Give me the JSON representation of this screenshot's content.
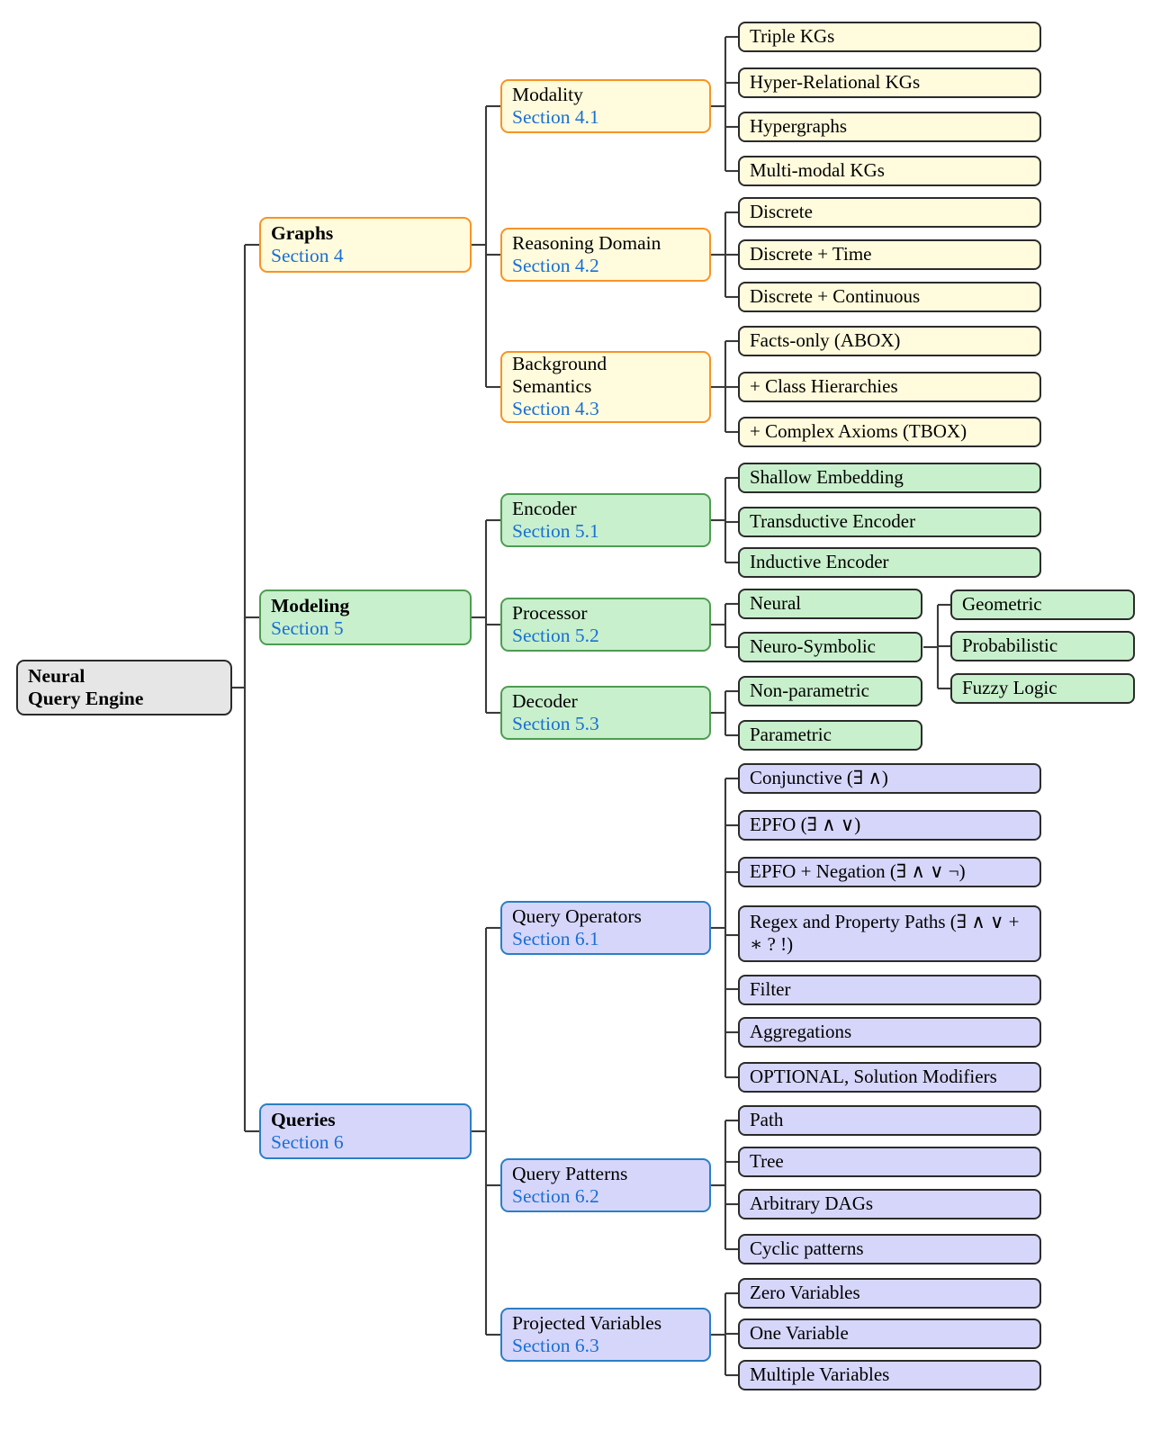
{
  "diagram": {
    "title": "Neural Query Engine Taxonomy",
    "colors": {
      "graphs_border": "#f79326",
      "graphs_fill": "#fffbdc",
      "modeling_border": "#4f9c52",
      "modeling_fill": "#c8f0cc",
      "queries_border": "#2a7fc4",
      "queries_fill": "#d6d6fa",
      "root_fill": "#e6e6e6",
      "root_border": "#2b2b2b",
      "leaf_border": "#2b2b2b",
      "section_link": "#1a6fd4",
      "edge": "#3a3a3a"
    }
  },
  "root": {
    "line1": "Neural",
    "line2": "Query Engine"
  },
  "branches": [
    {
      "key": "graphs",
      "label": "Graphs",
      "section": "Section 4",
      "children": [
        {
          "key": "modality",
          "label": "Modality",
          "section": "Section 4.1",
          "leaves": [
            {
              "label": "Triple KGs"
            },
            {
              "label": "Hyper-Relational KGs"
            },
            {
              "label": "Hypergraphs"
            },
            {
              "label": "Multi-modal KGs"
            }
          ]
        },
        {
          "key": "reasoning-domain",
          "label": "Reasoning Domain",
          "section": "Section 4.2",
          "leaves": [
            {
              "label": "Discrete"
            },
            {
              "label": "Discrete + Time"
            },
            {
              "label": "Discrete + Continuous"
            }
          ]
        },
        {
          "key": "background-semantics",
          "label": "Background Semantics",
          "label_line1": "Background",
          "label_line2": "Semantics",
          "section": "Section 4.3",
          "leaves": [
            {
              "label": "Facts-only (ABOX)"
            },
            {
              "label": "+ Class Hierarchies"
            },
            {
              "label": "+ Complex Axioms (TBOX)"
            }
          ]
        }
      ]
    },
    {
      "key": "modeling",
      "label": "Modeling",
      "section": "Section 5",
      "children": [
        {
          "key": "encoder",
          "label": "Encoder",
          "section": "Section 5.1",
          "leaves": [
            {
              "label": "Shallow Embedding"
            },
            {
              "label": "Transductive Encoder"
            },
            {
              "label": "Inductive Encoder"
            }
          ]
        },
        {
          "key": "processor",
          "label": "Processor",
          "section": "Section 5.2",
          "leaves": [
            {
              "label": "Neural"
            },
            {
              "label": "Neuro-Symbolic",
              "leaves": [
                {
                  "label": "Geometric"
                },
                {
                  "label": "Probabilistic"
                },
                {
                  "label": "Fuzzy Logic"
                }
              ]
            }
          ]
        },
        {
          "key": "decoder",
          "label": "Decoder",
          "section": "Section 5.3",
          "leaves": [
            {
              "label": "Non-parametric"
            },
            {
              "label": "Parametric"
            }
          ]
        }
      ]
    },
    {
      "key": "queries",
      "label": "Queries",
      "section": "Section 6",
      "children": [
        {
          "key": "query-operators",
          "label": "Query Operators",
          "section": "Section 6.1",
          "leaves": [
            {
              "label": "Conjunctive (∃ ∧)"
            },
            {
              "label": "EPFO (∃ ∧ ∨)"
            },
            {
              "label": "EPFO + Negation (∃ ∧ ∨ ¬)"
            },
            {
              "label": "Regex and Property Paths (∃ ∧ ∨ + ∗ ? !)"
            },
            {
              "label": "Filter"
            },
            {
              "label": "Aggregations"
            },
            {
              "label": "OPTIONAL, Solution Modifiers"
            }
          ]
        },
        {
          "key": "query-patterns",
          "label": "Query Patterns",
          "section": "Section 6.2",
          "leaves": [
            {
              "label": "Path"
            },
            {
              "label": "Tree"
            },
            {
              "label": "Arbitrary DAGs"
            },
            {
              "label": "Cyclic patterns"
            }
          ]
        },
        {
          "key": "projected-variables",
          "label": "Projected Variables",
          "section": "Section 6.3",
          "leaves": [
            {
              "label": "Zero Variables"
            },
            {
              "label": "One Variable"
            },
            {
              "label": "Multiple Variables"
            }
          ]
        }
      ]
    }
  ]
}
